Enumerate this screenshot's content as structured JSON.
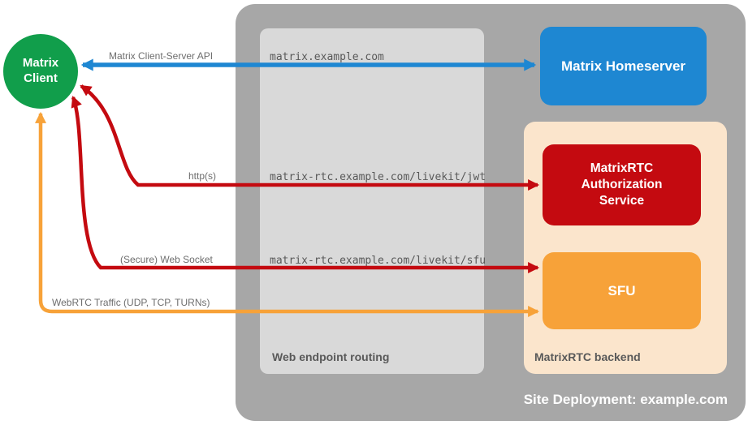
{
  "colors": {
    "client_green": "#119e4b",
    "homeserver_blue": "#1e87d2",
    "auth_red": "#c40a10",
    "sfu_orange": "#f7a239",
    "outer_gray": "#a7a7a7",
    "routing_gray": "#d9d9d9",
    "backend_peach": "#fbe5cc",
    "label_gray": "#595959",
    "arrow_label_gray": "#6e6e6e"
  },
  "nodes": {
    "client": "Matrix\nClient",
    "homeserver": "Matrix Homeserver",
    "auth_service": "MatrixRTC\nAuthorization\nService",
    "sfu": "SFU"
  },
  "containers": {
    "site": "Site Deployment: example.com",
    "routing": "Web endpoint routing",
    "backend": "MatrixRTC backend"
  },
  "endpoints": {
    "homeserver": "matrix.example.com",
    "jwt": "matrix-rtc.example.com/livekit/jwt",
    "sfu": "matrix-rtc.example.com/livekit/sfu"
  },
  "arrows": {
    "client_server_api": "Matrix Client-Server API",
    "https": "http(s)",
    "websocket": "(Secure) Web Socket",
    "webrtc": "WebRTC Traffic (UDP, TCP, TURNs)"
  }
}
